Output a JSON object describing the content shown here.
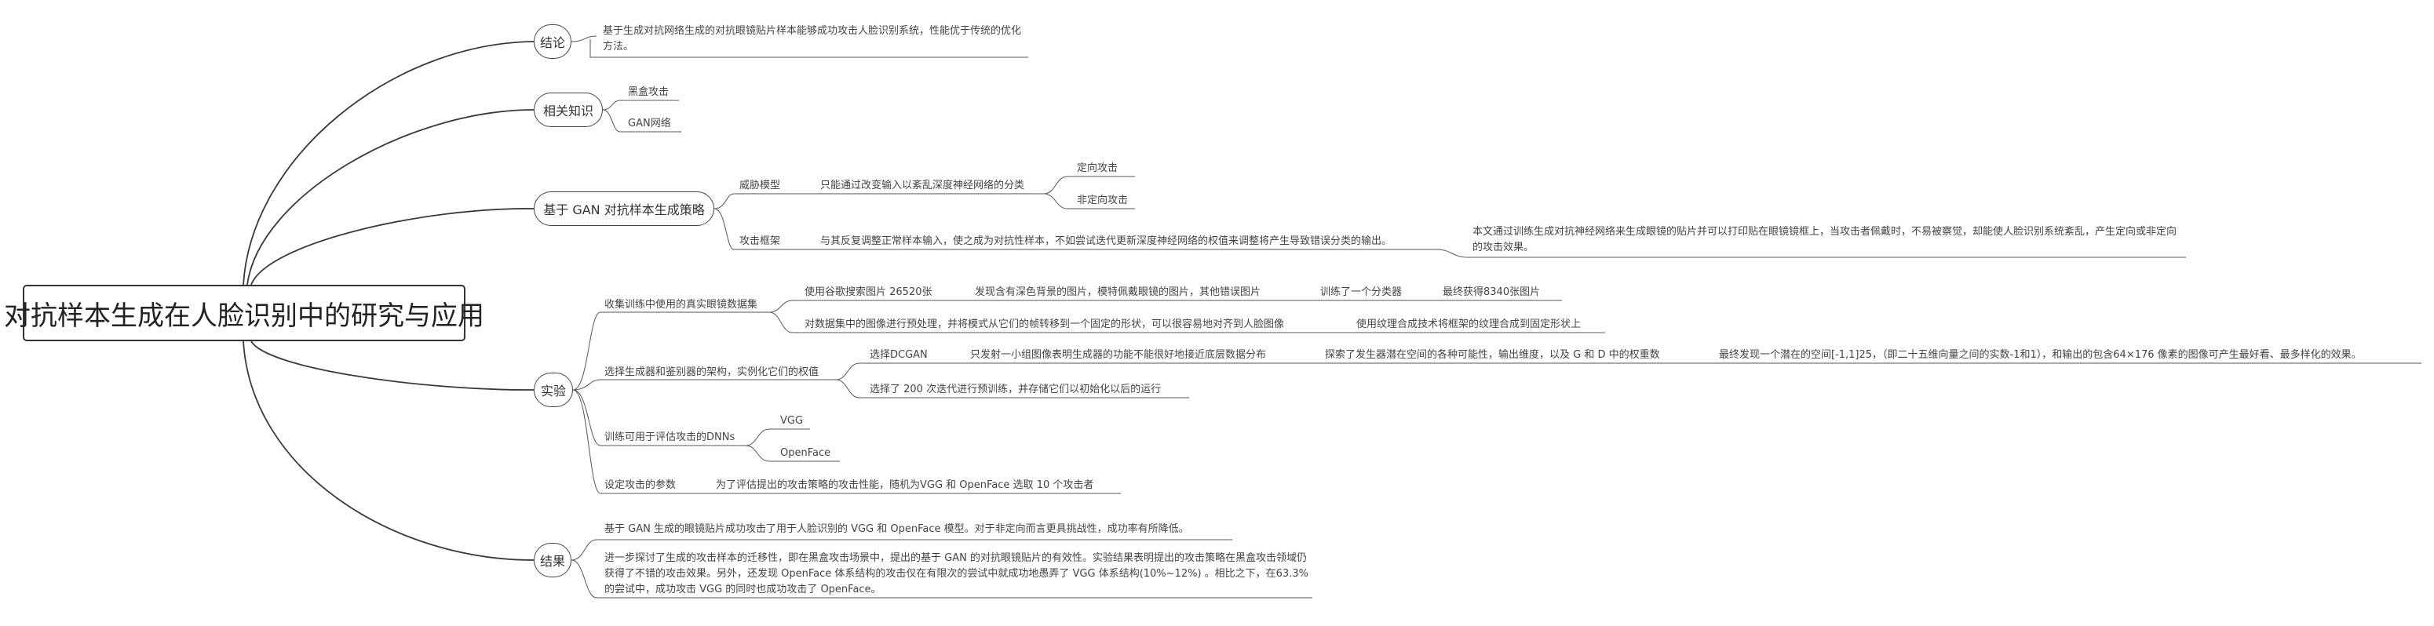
{
  "root": "对抗样本生成在人脸识别中的研究与应用",
  "topics": {
    "conclusion": "结论",
    "related": "相关知识",
    "method": "基于 GAN 对抗样本生成策略",
    "experiment": "实验",
    "result": "结果"
  },
  "conclusion": {
    "text": "基于生成对抗网络生成的对抗眼镜贴片样本能够成功攻击人脸识别系统，性能优于传统的优化方法。"
  },
  "related": {
    "items": [
      "黑盒攻击",
      "GAN网络"
    ]
  },
  "method": {
    "threat_model": "威胁模型",
    "threat_desc": "只能通过改变输入以紊乱深度神经网络的分类",
    "targeted": "定向攻击",
    "untargeted": "非定向攻击",
    "framework": "攻击框架",
    "framework_desc": "与其反复调整正常样本输入，使之成为对抗性样本，不如尝试迭代更新深度神经网络的权值来调整将产生导致错误分类的输出。",
    "framework_detail": "本文通过训练生成对抗神经网络来生成眼镜的贴片并可以打印贴在眼镜镜框上，当攻击者佩戴时，不易被察觉，却能使人脸识别系统紊乱，产生定向或非定向的攻击效果。"
  },
  "experiment": {
    "collect": "收集训练中使用的真实眼镜数据集",
    "google_images": "使用谷歌搜索图片 26520张",
    "found_issue": "发现含有深色背景的图片，模特佩戴眼镜的图片，其他错误图片",
    "classifier": "训练了一个分类器",
    "final_count": "最终获得8340张图片",
    "preprocess": "对数据集中的图像进行预处理，并将模式从它们的帧转移到一个固定的形状，可以很容易地对齐到人脸图像",
    "texture": "使用纹理合成技术将框架的纹理合成到固定形状上",
    "choose_arch": "选择生成器和鉴别器的架构，实例化它们的权值",
    "dcgan": "选择DCGAN",
    "dcgan_desc": "只发射一小组图像表明生成器的功能不能很好地接近底层数据分布",
    "explore": "探索了发生器潜在空间的各种可能性，输出维度，以及 G 和 D 中的权重数",
    "finding": "最终发现一个潜在的空间[-1,1]25，（即二十五维向量之间的实数-1和1），和输出的包含64×176 像素的图像可产生最好看、最多样化的效果。",
    "pretrain": "选择了 200 次迭代进行预训练，并存储它们以初始化以后的运行",
    "dnns": "训练可用于评估攻击的DNNs",
    "vgg": "VGG",
    "openface": "OpenFace",
    "params": "设定攻击的参数",
    "params_desc": "为了评估提出的攻击策略的攻击性能，随机为VGG 和 OpenFace 选取 10 个攻击者"
  },
  "result": {
    "r1": "基于 GAN 生成的眼镜贴片成功攻击了用于人脸识别的 VGG 和 OpenFace 模型。对于非定向而言更具挑战性，成功率有所降低。",
    "r2": "进一步探讨了生成的攻击样本的迁移性，即在黑盒攻击场景中，提出的基于 GAN 的对抗眼镜贴片的有效性。实验结果表明提出的攻击策略在黑盒攻击领域仍获得了不错的攻击效果。另外，还发现 OpenFace 体系结构的攻击仅在有限次的尝试中就成功地愚弄了 VGG 体系结构(10%~12%) 。相比之下，在63.3%的尝试中，成功攻击 VGG 的同时也成功攻击了 OpenFace。"
  },
  "colors": {
    "line": "#3a3a3a",
    "branch": "#555555",
    "text": "#444444"
  }
}
